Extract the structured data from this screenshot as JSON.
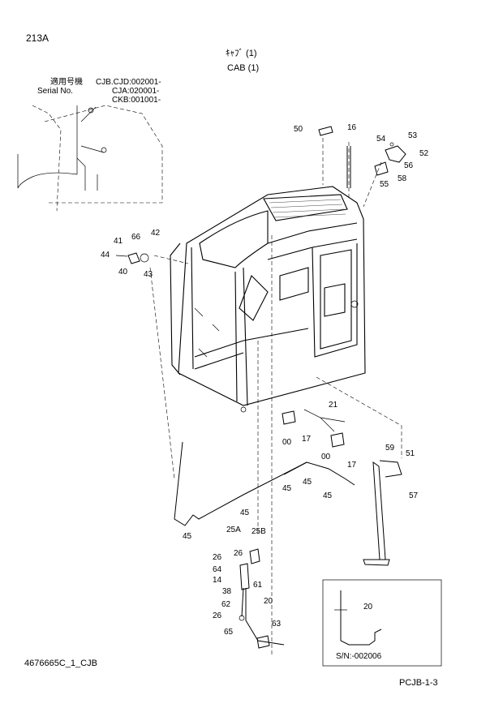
{
  "page_id": "213A",
  "title_jp": "ｷｬﾌﾞ (1)",
  "title_en": "CAB (1)",
  "serial": {
    "label_jp": "適用号機",
    "label_en": "Serial No.",
    "lines": [
      "CJB.CJD:002001-",
      "CJA:020001-",
      "CKB:001001-"
    ]
  },
  "part_labels": [
    "50",
    "16",
    "53",
    "54",
    "52",
    "56",
    "58",
    "55",
    "42",
    "66",
    "41",
    "44",
    "40",
    "43",
    "21",
    "00",
    "17",
    "00",
    "17",
    "59",
    "51",
    "57",
    "45",
    "45",
    "45",
    "45",
    "45",
    "25A",
    "25B",
    "26",
    "26",
    "64",
    "14",
    "61",
    "38",
    "20",
    "62",
    "26",
    "65",
    "63",
    "20"
  ],
  "inset_label": "S/N:-002006",
  "footer_left": "4676665C_1_CJB",
  "footer_right": "PCJB-1-3"
}
